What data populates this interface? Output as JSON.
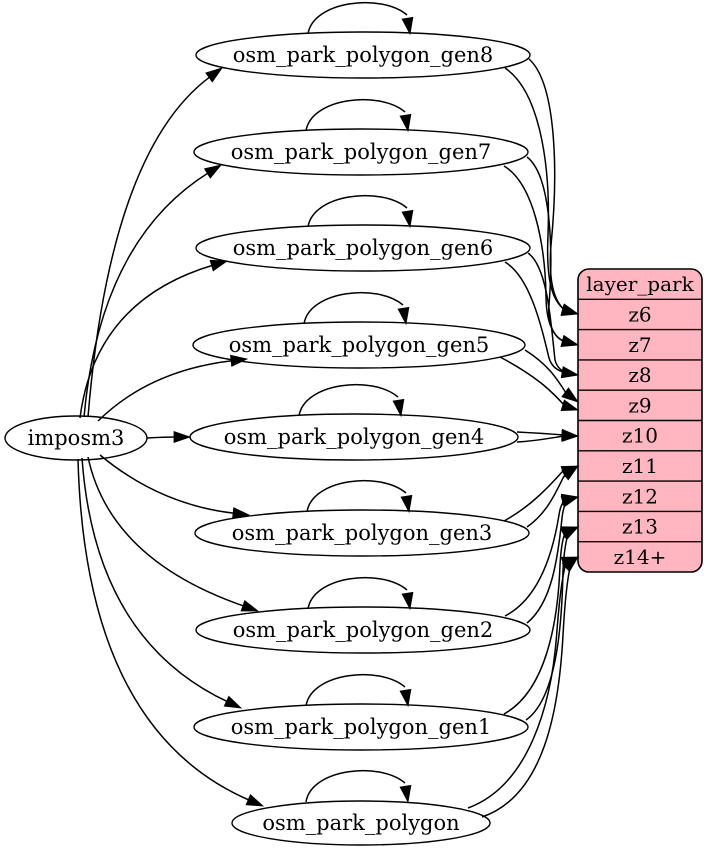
{
  "diagram": {
    "type": "etl-graph",
    "background_color": "#ffffff",
    "line_color": "#000000",
    "text_color": "#000000",
    "source": {
      "id": "imposm3",
      "label": "imposm3"
    },
    "tables": [
      {
        "id": "gen8",
        "label": "osm_park_polygon_gen8"
      },
      {
        "id": "gen7",
        "label": "osm_park_polygon_gen7"
      },
      {
        "id": "gen6",
        "label": "osm_park_polygon_gen6"
      },
      {
        "id": "gen5",
        "label": "osm_park_polygon_gen5"
      },
      {
        "id": "gen4",
        "label": "osm_park_polygon_gen4"
      },
      {
        "id": "gen3",
        "label": "osm_park_polygon_gen3"
      },
      {
        "id": "gen2",
        "label": "osm_park_polygon_gen2"
      },
      {
        "id": "gen1",
        "label": "osm_park_polygon_gen1"
      },
      {
        "id": "poly",
        "label": "osm_park_polygon"
      }
    ],
    "layer_table": {
      "title": "layer_park",
      "fill_color": "#ffb6c1",
      "rows": [
        "z6",
        "z7",
        "z8",
        "z9",
        "z10",
        "z11",
        "z12",
        "z13",
        "z14+"
      ]
    },
    "edges": {
      "from_source": [
        "gen8",
        "gen7",
        "gen6",
        "gen5",
        "gen4",
        "gen3",
        "gen2",
        "gen1",
        "poly"
      ],
      "self_loops": [
        "gen8",
        "gen7",
        "gen6",
        "gen5",
        "gen4",
        "gen3",
        "gen2",
        "gen1",
        "poly"
      ],
      "to_layer": [
        {
          "from": "gen8",
          "row": "z6",
          "strands": 2
        },
        {
          "from": "gen7",
          "row": "z7",
          "strands": 2
        },
        {
          "from": "gen6",
          "row": "z8",
          "strands": 2
        },
        {
          "from": "gen5",
          "row": "z9",
          "strands": 2
        },
        {
          "from": "gen4",
          "row": "z10",
          "strands": 2
        },
        {
          "from": "gen3",
          "row": "z11",
          "strands": 2
        },
        {
          "from": "gen2",
          "row": "z12",
          "strands": 2
        },
        {
          "from": "gen1",
          "row": "z13",
          "strands": 2
        },
        {
          "from": "poly",
          "row": "z14+",
          "strands": 2
        }
      ]
    }
  }
}
